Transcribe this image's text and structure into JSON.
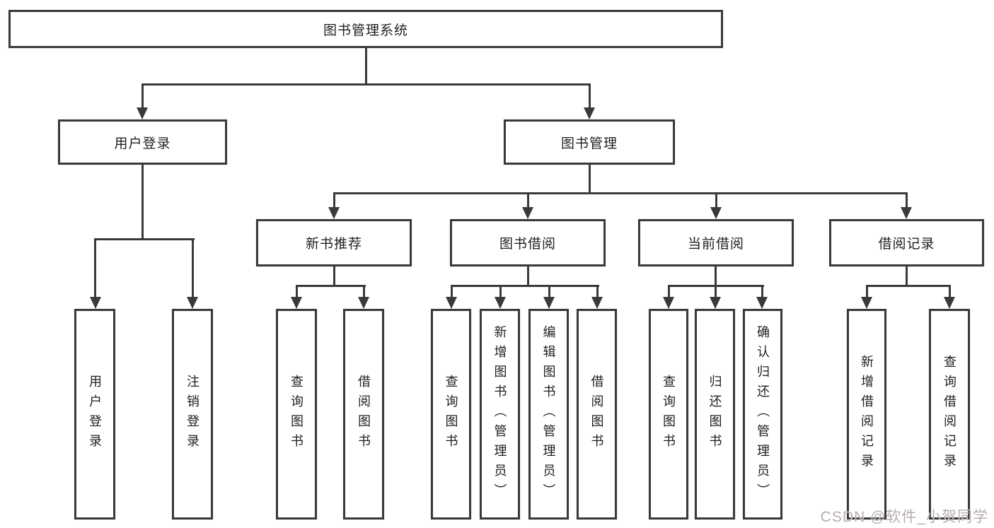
{
  "nodes": {
    "root": "图书管理系统",
    "user_login": "用户登录",
    "book_mgmt": "图书管理",
    "new_book_rec": "新书推荐",
    "book_borrow": "图书借阅",
    "current_borrow": "当前借阅",
    "borrow_record": "借阅记录",
    "leaf_user_login": "用户登录",
    "leaf_logout": "注销登录",
    "g1_query_book": "查询图书",
    "g1_borrow_book": "借阅图书",
    "g2_query_book": "查询图书",
    "g2_add_book_admin": "新增图书（管理员）",
    "g2_edit_book_admin": "编辑图书（管理员）",
    "g2_borrow_book": "借阅图书",
    "g3_query_book": "查询图书",
    "g3_return_book": "归还图书",
    "g3_confirm_return_admin": "确认归还（管理员）",
    "g4_add_record": "新增借阅记录",
    "g4_query_record": "查询借阅记录"
  },
  "watermark": "CSDN @软件_小贺同学",
  "colors": {
    "line": "#3a3a3a",
    "text": "#1f1f1f",
    "watermark": "#b9adad",
    "background": "#ffffff"
  }
}
